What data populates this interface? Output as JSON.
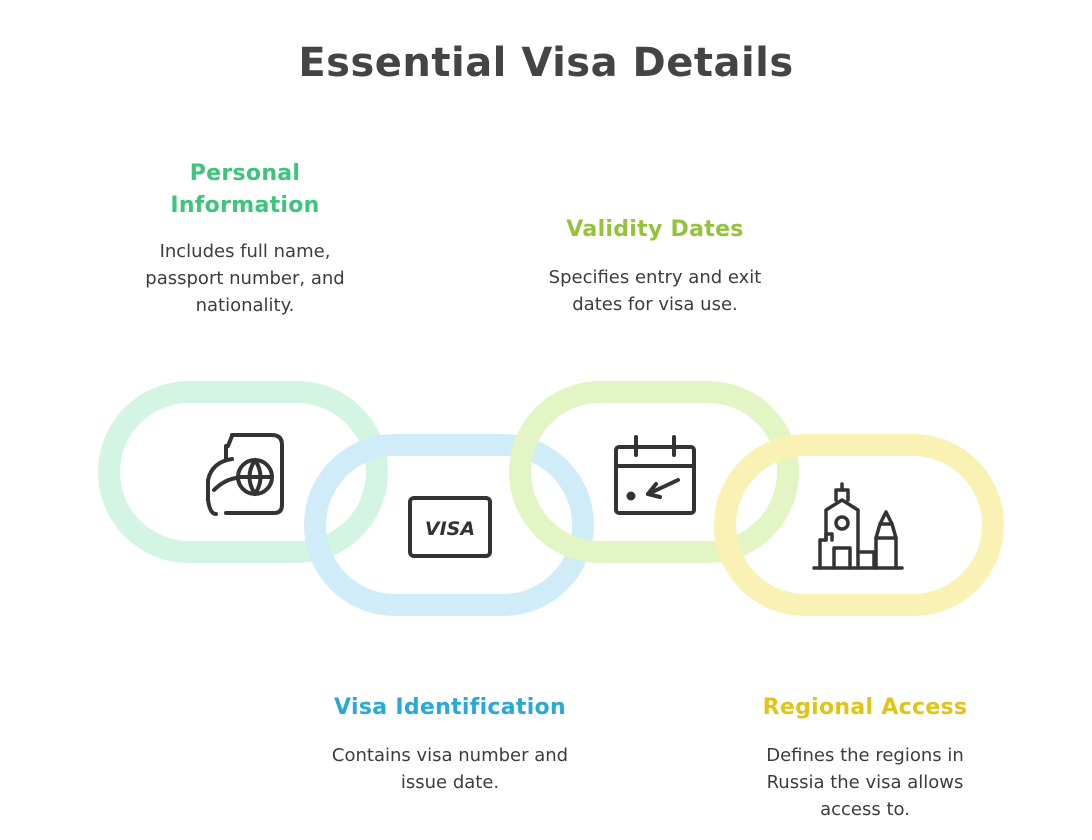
{
  "title": "Essential Visa Details",
  "colors": {
    "personal": "#3ec47c",
    "visa_id": "#2ba9d6",
    "validity": "#94c23a",
    "regional": "#e8cf28",
    "link_personal": "#d4f5e3",
    "link_visa_id": "#d0ecf9",
    "link_validity": "#e4f5c5",
    "link_regional": "#faf1b5",
    "icon_stroke": "#333333"
  },
  "items": [
    {
      "heading": "Personal\nInformation",
      "description": "Includes full name,\npassport number, and\nnationality.",
      "icon": "passport-globe-icon"
    },
    {
      "heading": "Visa Identification",
      "description": "Contains visa number and\nissue date.",
      "icon": "visa-card-icon",
      "icon_text": "VISA"
    },
    {
      "heading": "Validity Dates",
      "description": "Specifies entry and exit\ndates for visa use.",
      "icon": "calendar-entry-icon"
    },
    {
      "heading": "Regional Access",
      "description": "Defines the regions in\nRussia the visa allows\naccess to.",
      "icon": "kremlin-icon"
    }
  ]
}
